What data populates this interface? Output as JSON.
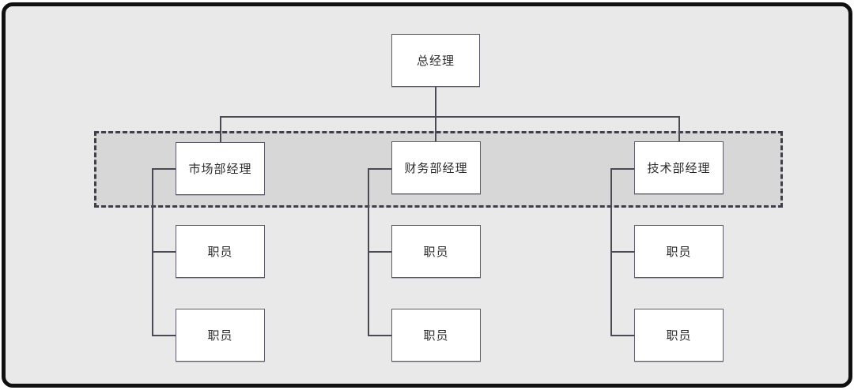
{
  "diagram_type": "org-chart",
  "colors": {
    "canvas_background": "#e9e9e9",
    "frame_border": "#101010",
    "highlight_region_fill": "#d7d7d7",
    "highlight_region_border": "#3f3f49",
    "node_fill": "#ffffff",
    "node_border": "#5c5c6c",
    "node_text": "#2b2b2b",
    "connector": "#4a4a54"
  },
  "nodes": {
    "general_manager": {
      "label": "总经理"
    },
    "managers": [
      {
        "label": "市场部经理",
        "staff": [
          {
            "label": "职员"
          },
          {
            "label": "职员"
          }
        ]
      },
      {
        "label": "财务部经理",
        "staff": [
          {
            "label": "职员"
          },
          {
            "label": "职员"
          }
        ]
      },
      {
        "label": "技术部经理",
        "staff": [
          {
            "label": "职员"
          },
          {
            "label": "职员"
          }
        ]
      }
    ]
  }
}
